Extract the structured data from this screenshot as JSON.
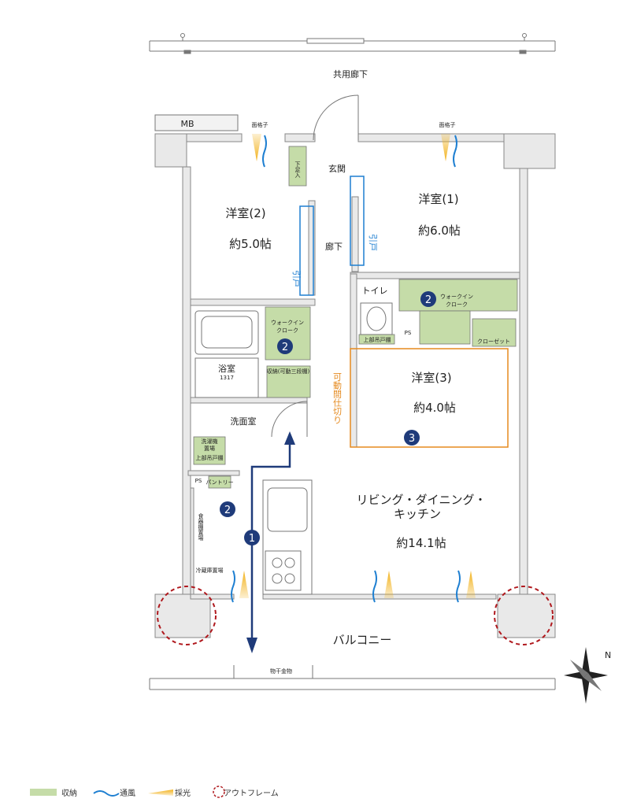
{
  "corridor_label": "共用廊下",
  "mb_label": "MB",
  "lattice_label": "面格子",
  "entrance_label": "玄関",
  "shoe_box_label": "下足入",
  "hallway_label": "廊下",
  "sliding_door_label": "引戸",
  "room2": {
    "name": "洋室(2)",
    "size": "約5.0帖"
  },
  "room1": {
    "name": "洋室(1)",
    "size": "約6.0帖"
  },
  "room3": {
    "name": "洋室(3)",
    "size": "約4.0帖"
  },
  "toilet_label": "トイレ",
  "upper_cabinet_label": "上部吊戸棚",
  "wic_label_1": "ウォークイン",
  "wic_label_2": "クローク",
  "ps_label": "PS",
  "closet_label": "クローゼット",
  "bath_label": "浴室",
  "bath_size": "1317",
  "storage_shelf_label": "収納(可動三段棚)",
  "movable_partition_label": "可動間仕切り",
  "washroom_label": "洗面室",
  "washer_label_1": "洗濯機",
  "washer_label_2": "置場",
  "washer_upper_label": "上部吊戸棚",
  "pantry_label": "パントリー",
  "dish_storage_label": "食器棚置場",
  "fridge_label": "冷蔵庫置場",
  "ldk_label_1": "リビング・ダイニング・",
  "ldk_label_2": "キッチン",
  "ldk_size": "約14.1帖",
  "balcony_label": "バルコニー",
  "drying_label": "物干金物",
  "north_label": "N",
  "marker_1": "1",
  "marker_2": "2",
  "marker_3": "3",
  "colors": {
    "storage": "#c5dca8",
    "wall": "#e9e9e9",
    "wind": "#1e7fd1",
    "light": "#f2b21c",
    "marker": "#1f3b7a",
    "outframe": "#b0191e",
    "partition": "#e58a1f"
  },
  "legend": {
    "storage": "収納",
    "wind": "通風",
    "light": "採光",
    "outframe": "アウトフレーム"
  }
}
